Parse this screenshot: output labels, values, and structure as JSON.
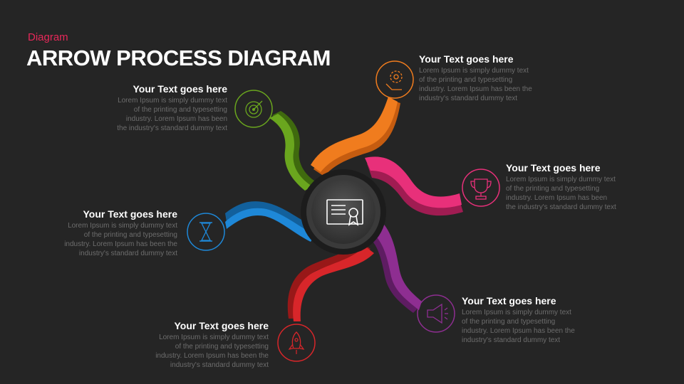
{
  "header": {
    "subtitle": "Diagram",
    "title": "ARROW PROCESS DIAGRAM"
  },
  "colors": {
    "background": "#252525",
    "subtitle": "#e8285a",
    "green": "#6aa61e",
    "orange": "#f07c1e",
    "pink": "#e8307a",
    "purple": "#8e2e91",
    "red": "#d8262a",
    "blue": "#1e88d8"
  },
  "steps": [
    {
      "id": "target",
      "icon": "target-icon",
      "heading": "Your Text goes here",
      "lines": [
        "Lorem Ipsum is simply dummy text",
        "of the printing and typesetting",
        "industry. Lorem Ipsum has been",
        "the industry's standard dummy text"
      ]
    },
    {
      "id": "gear",
      "icon": "gear-hand-icon",
      "heading": "Your Text goes here",
      "lines": [
        "Lorem Ipsum is simply dummy text",
        "of the printing and typesetting",
        "industry. Lorem Ipsum has been the",
        "industry's standard dummy text"
      ]
    },
    {
      "id": "trophy",
      "icon": "trophy-icon",
      "heading": "Your Text goes here",
      "lines": [
        "Lorem Ipsum is simply dummy text",
        "of the printing and typesetting",
        "industry. Lorem Ipsum has been",
        "the industry's standard dummy text"
      ]
    },
    {
      "id": "megaphone",
      "icon": "megaphone-icon",
      "heading": "Your Text goes here",
      "lines": [
        "Lorem Ipsum is simply dummy text",
        "of the printing and typesetting",
        "industry. Lorem Ipsum has been the",
        "industry's standard dummy text"
      ]
    },
    {
      "id": "rocket",
      "icon": "rocket-icon",
      "heading": "Your Text goes here",
      "lines": [
        "Lorem Ipsum is simply dummy text",
        "of the printing and typesetting",
        "industry. Lorem Ipsum has been the",
        "industry's standard dummy text"
      ]
    },
    {
      "id": "hourglass",
      "icon": "hourglass-icon",
      "heading": "Your Text goes here",
      "lines": [
        "Lorem Ipsum is simply dummy text",
        "of the printing and typesetting",
        "industry. Lorem Ipsum has been the",
        "industry's standard dummy text"
      ]
    }
  ],
  "center_icon": "certificate-icon"
}
